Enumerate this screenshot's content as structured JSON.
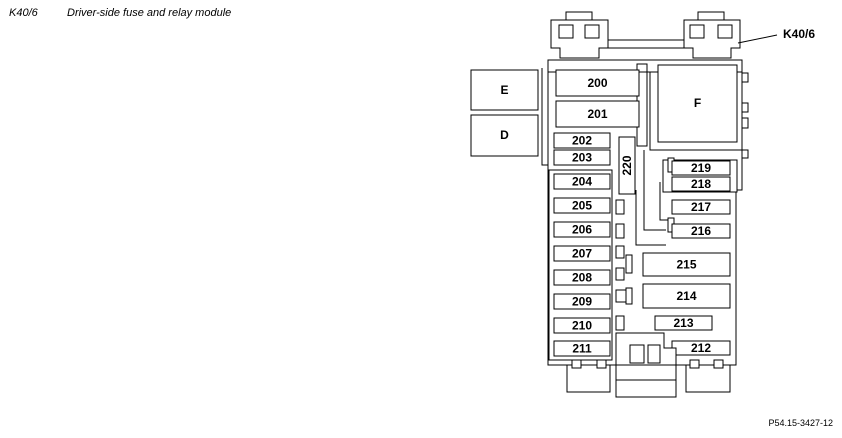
{
  "header": {
    "component_code": "K40/6",
    "title": "Driver-side fuse and relay module"
  },
  "callout": {
    "label": "K40/6"
  },
  "modules": {
    "E": "E",
    "D": "D",
    "F": "F"
  },
  "fuses": {
    "f200": "200",
    "f201": "201",
    "f202": "202",
    "f203": "203",
    "f204": "204",
    "f205": "205",
    "f206": "206",
    "f207": "207",
    "f208": "208",
    "f209": "209",
    "f210": "210",
    "f211": "211",
    "f212": "212",
    "f213": "213",
    "f214": "214",
    "f215": "215",
    "f216": "216",
    "f217": "217",
    "f218": "218",
    "f219": "219",
    "f220": "220"
  },
  "footer": {
    "reference": "P54.15-3427-12"
  }
}
